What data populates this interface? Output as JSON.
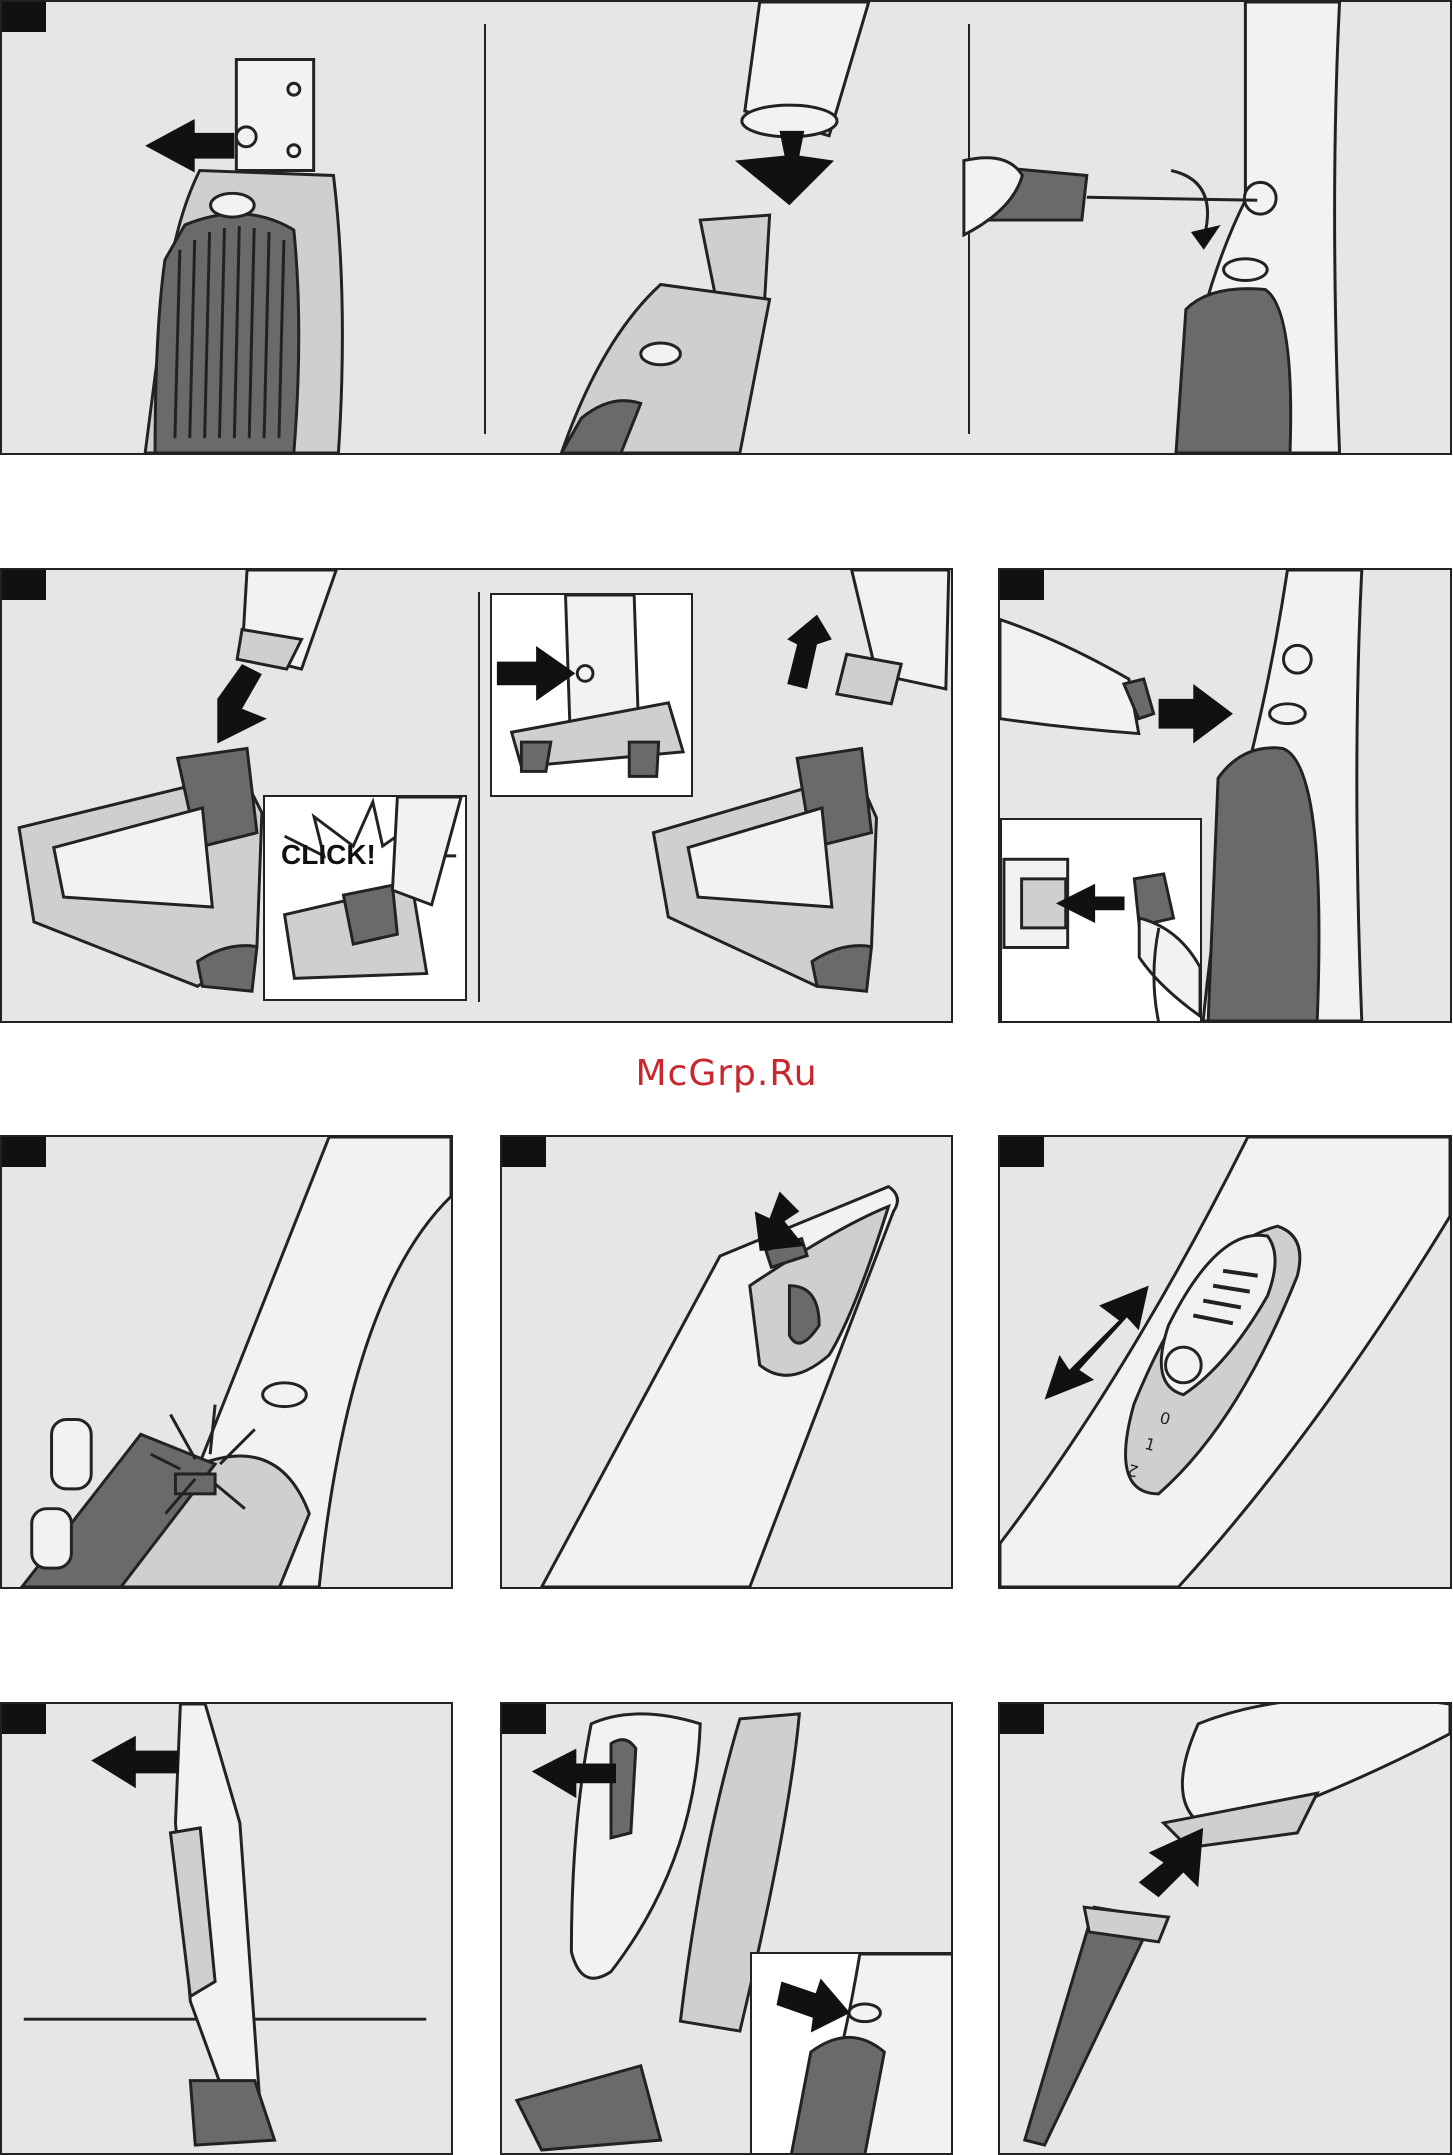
{
  "watermark": "McGrp.Ru",
  "click_label": "CLICK!",
  "switch_markings": [
    "0",
    "1",
    "2"
  ]
}
